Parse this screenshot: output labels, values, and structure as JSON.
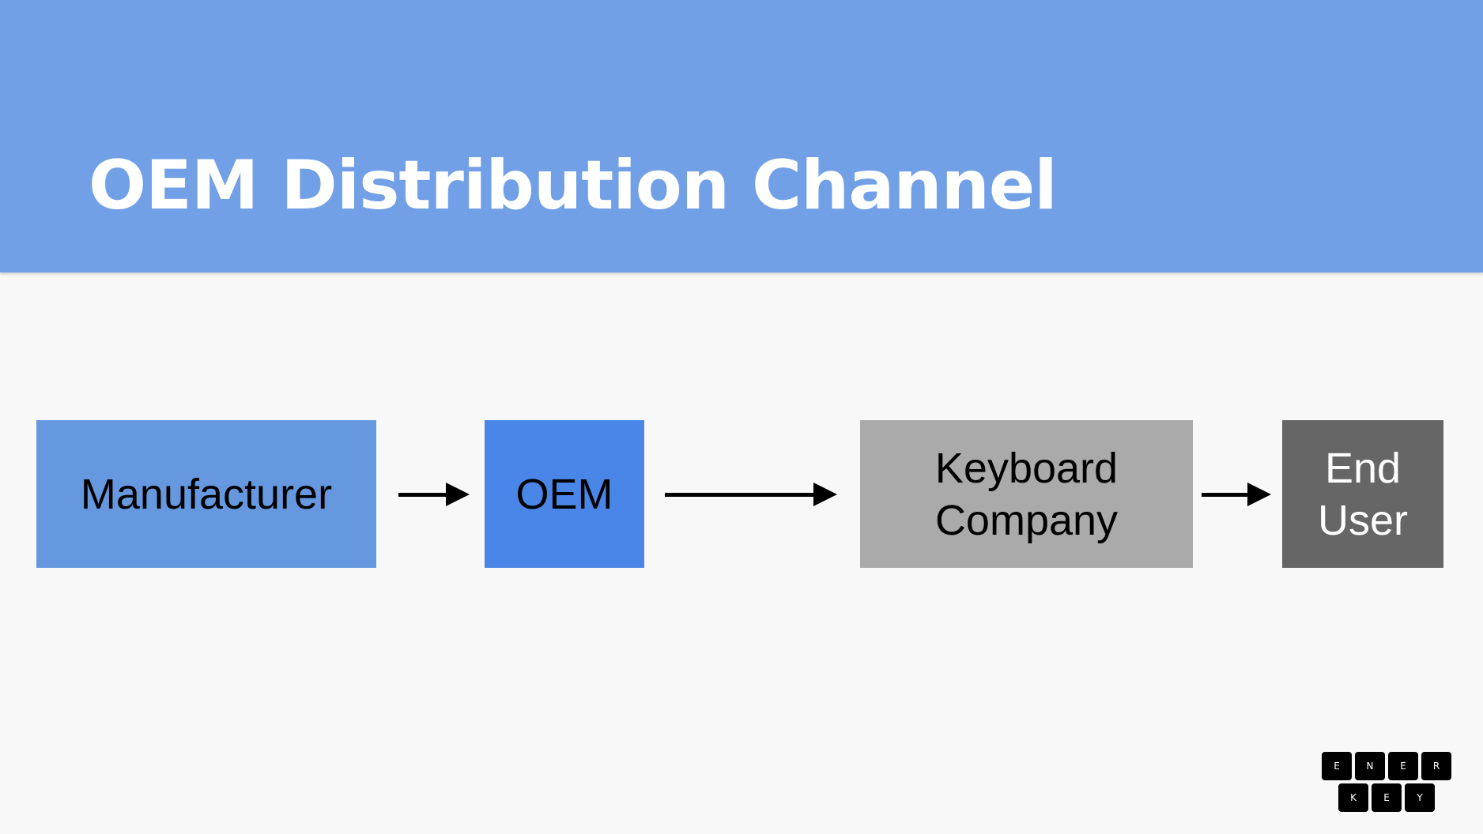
{
  "slide": {
    "title": "OEM Distribution Channel"
  },
  "diagram": {
    "boxes": [
      {
        "lines": [
          "Manufacturer"
        ],
        "color": "#6698e0",
        "text_color": "#000000"
      },
      {
        "lines": [
          "OEM"
        ],
        "color": "#4a86e8",
        "text_color": "#000000"
      },
      {
        "lines": [
          "Keyboard",
          "Company"
        ],
        "color": "#aaaaaa",
        "text_color": "#000000"
      },
      {
        "lines": [
          "End",
          "User"
        ],
        "color": "#666666",
        "text_color": "#ffffff"
      }
    ],
    "arrows": [
      "Manufacturer→OEM",
      "OEM→Keyboard Company",
      "Keyboard Company→End User"
    ]
  },
  "logo": {
    "top_row": [
      "E",
      "N",
      "E",
      "R"
    ],
    "bottom_row": [
      "K",
      "E",
      "Y"
    ]
  },
  "colors": {
    "header": "#72a0e6",
    "background": "#f8f8f8"
  }
}
